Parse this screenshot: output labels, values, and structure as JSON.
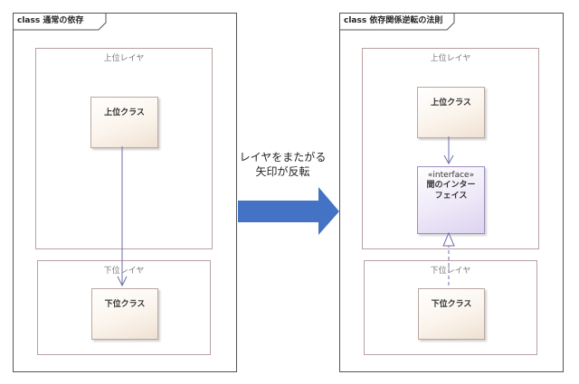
{
  "left_diagram": {
    "frame_title": "class 通常の依存",
    "upper_layer": {
      "label": "上位レイヤ",
      "class_name": "上位クラス"
    },
    "lower_layer": {
      "label": "下位レイヤ",
      "class_name": "下位クラス"
    },
    "relationship": "dependency"
  },
  "right_diagram": {
    "frame_title": "class 依存関係逆転の法則",
    "upper_layer": {
      "label": "上位レイヤ",
      "class_name": "上位クラス",
      "interface": {
        "stereotype": "«interface»",
        "name_line1": "間のインター",
        "name_line2": "フェイス"
      }
    },
    "lower_layer": {
      "label": "下位レイヤ",
      "class_name": "下位クラス"
    },
    "relationship": "realization"
  },
  "caption": {
    "line1": "レイヤをまたがる",
    "line2": "矢印が反転"
  },
  "colors": {
    "big_arrow": "#4472c4",
    "class_fill": "#f7ece1",
    "interface_fill": "#e6def5",
    "arrow_line": "#6b6fa8"
  }
}
